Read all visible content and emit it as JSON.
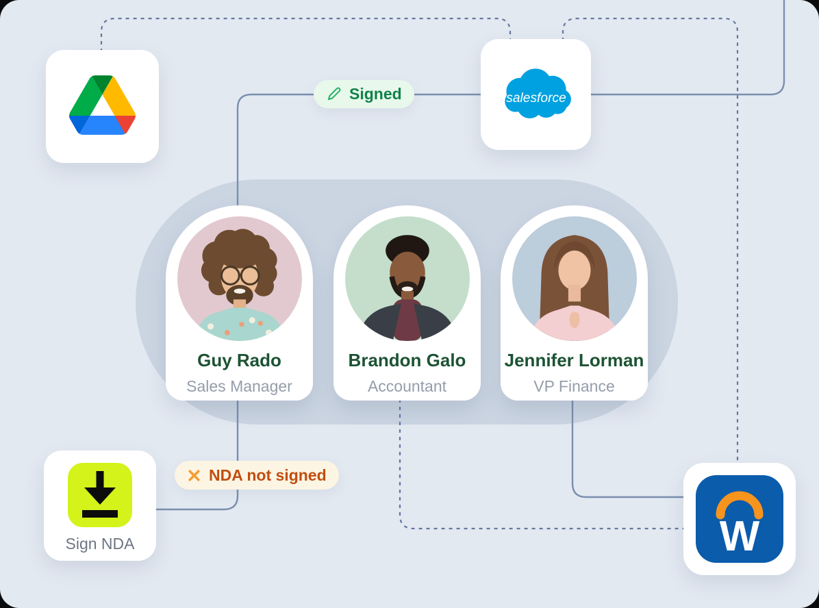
{
  "colors": {
    "canvas_bg": "#E3E9F1",
    "blob_bg": "#CBD5E2",
    "card_bg": "#FFFFFF",
    "solid_line": "#7B8FAF",
    "dotted_line": "#64789F",
    "name_green": "#1C5333",
    "role_gray": "#959DAA",
    "signed_bg": "#E8F9EC",
    "signed_text": "#12814B",
    "signed_pen": "#2EB269",
    "nda_bg": "#FCF5E3",
    "nda_text": "#C14E10",
    "nda_x": "#F59C31",
    "sign_nda_lime": "#D3F31A",
    "sign_nda_label": "#6E7683",
    "salesforce_blue": "#00A1E0",
    "workday_blue": "#0B5CAB",
    "workday_arc": "#F7941D"
  },
  "badges": {
    "signed": {
      "label": "Signed"
    },
    "nda": {
      "label": "NDA not signed"
    }
  },
  "people": [
    {
      "name": "Guy Rado",
      "role": "Sales Manager",
      "photo_bg": "#E2C9CF"
    },
    {
      "name": "Brandon Galo",
      "role": "Accountant",
      "photo_bg": "#C4DECB"
    },
    {
      "name": "Jennifer Lorman",
      "role": "VP Finance",
      "photo_bg": "#BCCDDC"
    }
  ],
  "apps": {
    "salesforce": {
      "logo_text": "salesforce"
    },
    "workday": {
      "logo_letter": "W"
    },
    "sign_nda": {
      "label": "Sign NDA"
    }
  },
  "icons": {
    "google_drive": "google-drive-triangle-icon",
    "salesforce": "salesforce-cloud-icon",
    "workday": "workday-arc-w-icon",
    "sign_nda": "download-arrow-icon",
    "signed": "pen-icon",
    "nda": "x-icon"
  }
}
